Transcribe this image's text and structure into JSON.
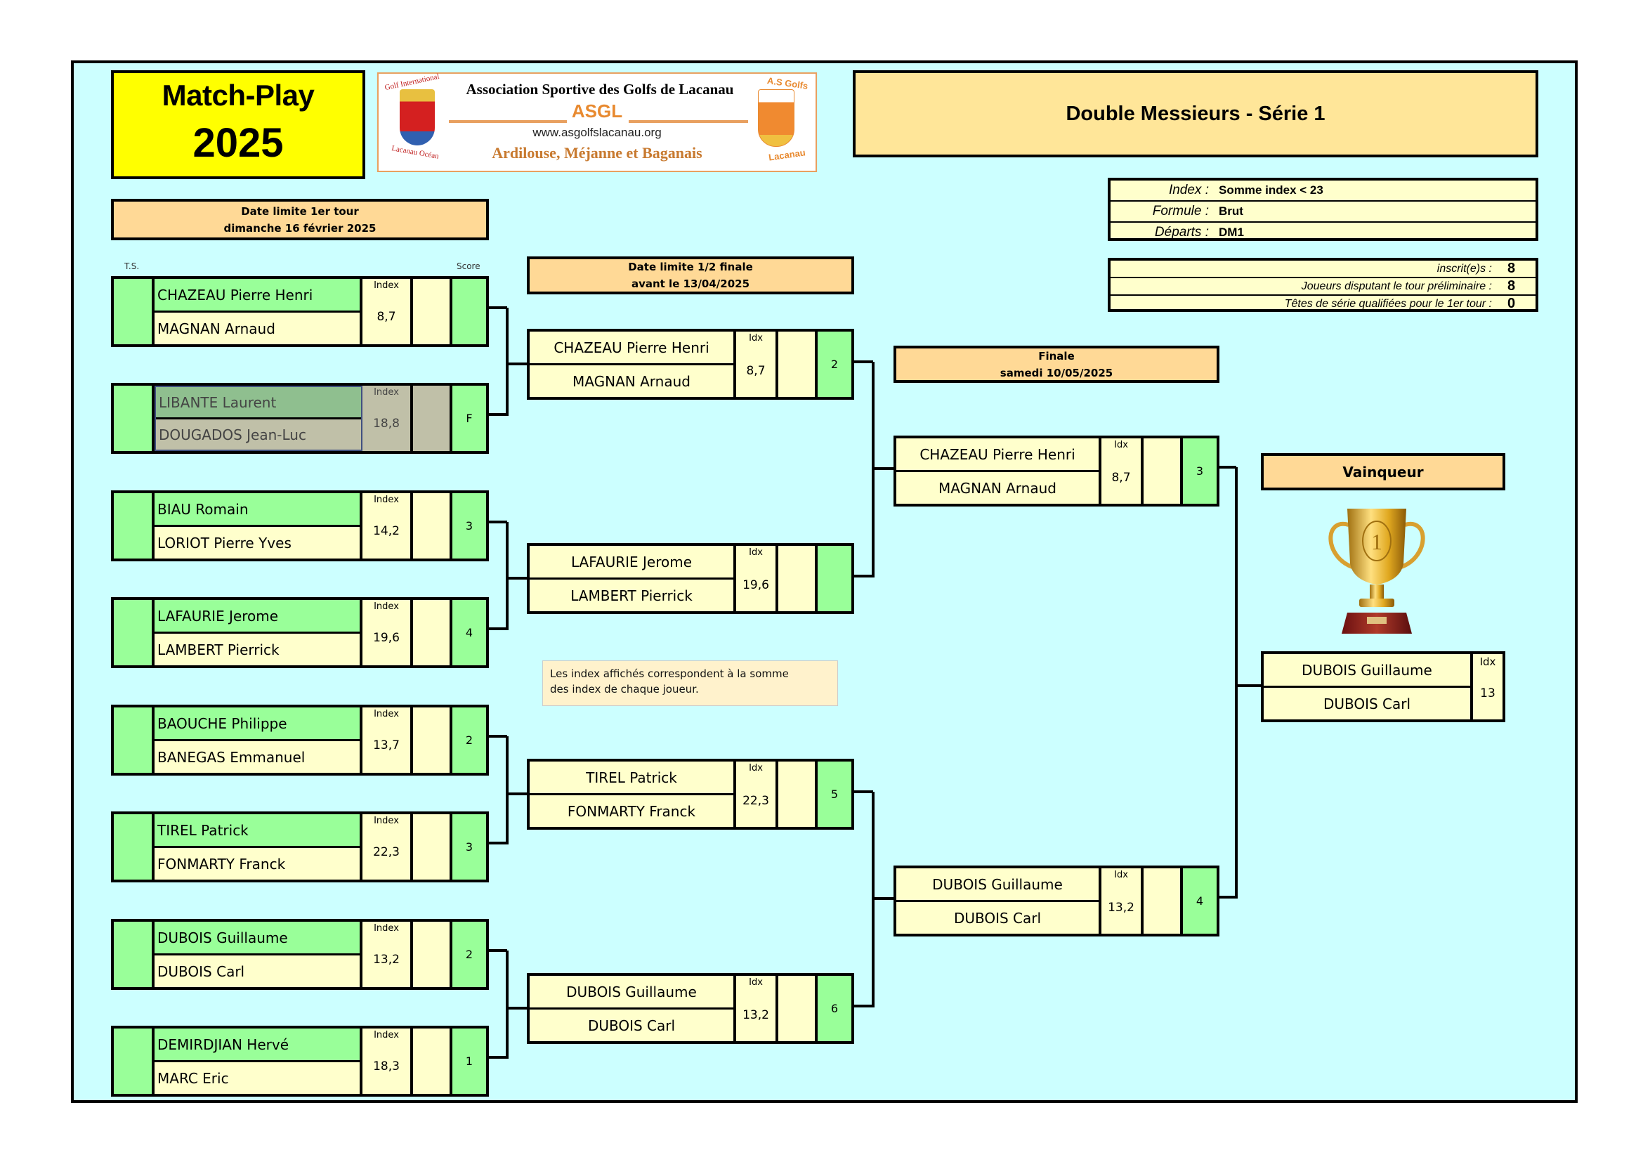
{
  "header": {
    "event_line1": "Match-Play",
    "event_line2": "2025",
    "title": "Double Messieurs - Série 1"
  },
  "logo": {
    "association": "Association Sportive des Golfs de Lacanau",
    "acronym": "ASGL",
    "website": "www.asgolfslacanau.org",
    "courses": "Ardilouse, Méjanne et  Baganais",
    "left_crest_top": "Golf International",
    "left_crest_bottom": "Lacanau Océan",
    "right_crest_top": "A.S Golfs",
    "right_crest_bottom": "Lacanau"
  },
  "info": {
    "rows": [
      {
        "label": "Index :",
        "value": "Somme index < 23"
      },
      {
        "label": "Formule :",
        "value": "Brut"
      },
      {
        "label": "Départs :",
        "value": "DM1"
      }
    ],
    "counts": [
      {
        "label": "inscrit(e)s :",
        "value": "8"
      },
      {
        "label": "Joueurs disputant le tour préliminaire :",
        "value": "8"
      },
      {
        "label": "Têtes de série qualifiées pour le 1er tour :",
        "value": "0"
      }
    ]
  },
  "round1": {
    "deadline_line1": "Date limite 1er tour",
    "deadline_line2": "dimanche 16 février 2025",
    "ts_label": "T.S.",
    "score_label": "Score",
    "index_label": "Index",
    "matches": [
      {
        "player1": "CHAZEAU  Pierre Henri",
        "player2": "MAGNAN  Arnaud",
        "index": "8,7",
        "score": "",
        "forfeit": false
      },
      {
        "player1": "LIBANTE Laurent",
        "player2": "DOUGADOS Jean-Luc",
        "index": "18,8",
        "score": "F",
        "forfeit": true
      },
      {
        "player1": "BIAU  Romain",
        "player2": "LORIOT  Pierre Yves",
        "index": "14,2",
        "score": "3",
        "forfeit": false
      },
      {
        "player1": "LAFAURIE  Jerome",
        "player2": "LAMBERT  Pierrick",
        "index": "19,6",
        "score": "4",
        "forfeit": false
      },
      {
        "player1": "BAOUCHE  Philippe",
        "player2": "BANEGAS  Emmanuel",
        "index": "13,7",
        "score": "2",
        "forfeit": false
      },
      {
        "player1": "TIREL  Patrick",
        "player2": "FONMARTY  Franck",
        "index": "22,3",
        "score": "3",
        "forfeit": false
      },
      {
        "player1": "DUBOIS  Guillaume",
        "player2": "DUBOIS  Carl",
        "index": "13,2",
        "score": "2",
        "forfeit": false
      },
      {
        "player1": "DEMIRDJIAN Hervé",
        "player2": "MARC Eric",
        "index": "18,3",
        "score": "1",
        "forfeit": false
      }
    ]
  },
  "semifinal": {
    "deadline_line1": "Date limite 1/2 finale",
    "deadline_line2": "avant le 13/04/2025",
    "index_label": "Idx",
    "matches": [
      {
        "player1": "CHAZEAU  Pierre Henri",
        "player2": "MAGNAN  Arnaud",
        "index": "8,7",
        "score": "2"
      },
      {
        "player1": "LAFAURIE  Jerome",
        "player2": "LAMBERT  Pierrick",
        "index": "19,6",
        "score": ""
      },
      {
        "player1": "TIREL  Patrick",
        "player2": "FONMARTY  Franck",
        "index": "22,3",
        "score": "5"
      },
      {
        "player1": "DUBOIS  Guillaume",
        "player2": "DUBOIS  Carl",
        "index": "13,2",
        "score": "6"
      }
    ]
  },
  "note": {
    "line1": "Les index affichés correspondent à la somme",
    "line2": "des index de chaque joueur."
  },
  "final": {
    "header_line1": "Finale",
    "header_line2": "samedi 10/05/2025",
    "index_label": "Idx",
    "matches": [
      {
        "player1": "CHAZEAU  Pierre Henri",
        "player2": "MAGNAN  Arnaud",
        "index": "8,7",
        "score": "3"
      },
      {
        "player1": "DUBOIS  Guillaume",
        "player2": "DUBOIS  Carl",
        "index": "13,2",
        "score": "4"
      }
    ]
  },
  "winner": {
    "header": "Vainqueur",
    "trophy_icon": "trophy-icon",
    "player1": "DUBOIS  Guillaume",
    "player2": "DUBOIS  Carl",
    "index_label": "Idx",
    "index": "13"
  },
  "colors": {
    "background": "#ccffff",
    "title_yellow": "#ffff00",
    "header_orange": "#ffd996",
    "cell_cream": "#ffffcc",
    "cell_green": "#99ff99",
    "logo_orange": "#e88a30"
  }
}
